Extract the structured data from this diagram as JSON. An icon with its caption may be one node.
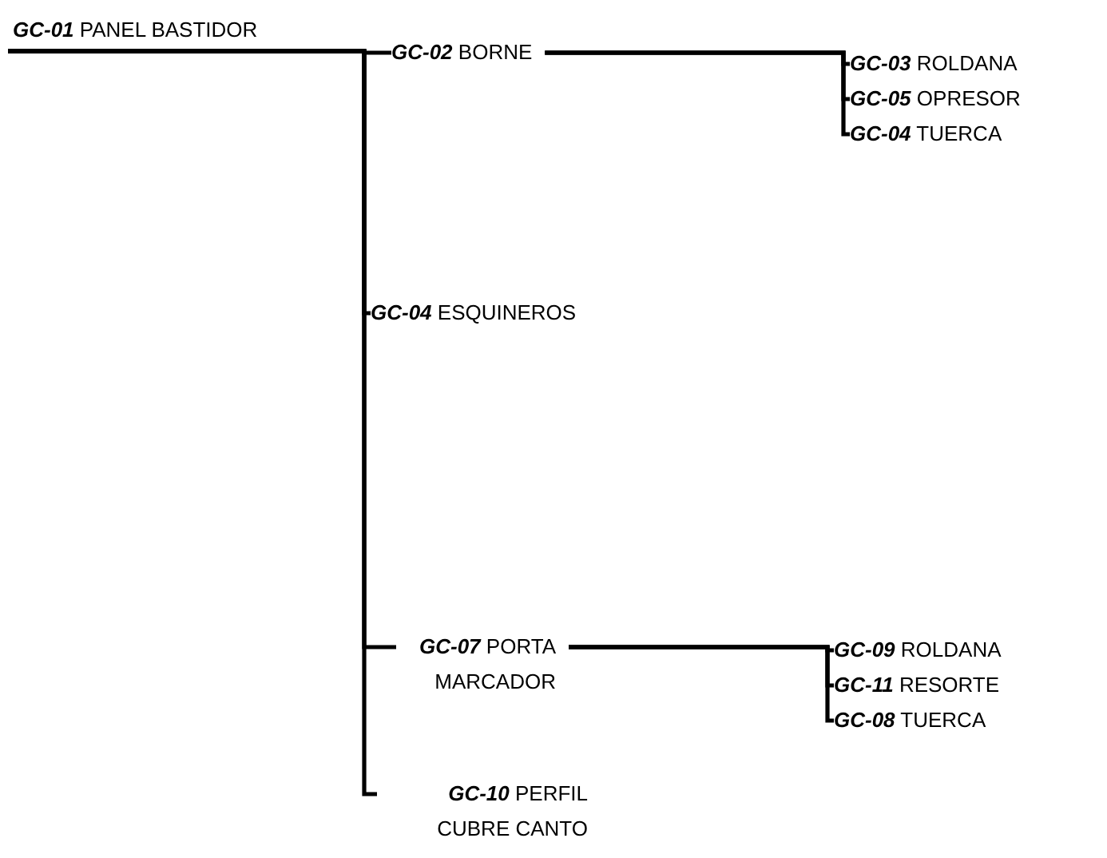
{
  "diagram": {
    "nodes": [
      {
        "text": [
          "**GC-01** PANEL BASTIDOR"
        ]
      },
      {
        "text": [
          "**GC-02** BORNE"
        ]
      },
      {
        "text": [
          "**GC-03** ROLDANA"
        ]
      },
      {
        "text": [
          "**GC-05** OPRESOR"
        ]
      },
      {
        "text": [
          "**GC-04** TUERCA"
        ]
      },
      {
        "text": [
          "**GC-04** ESQUINEROS"
        ]
      },
      {
        "text": [
          "**GC-07** PORTA MARCADOR"
        ]
      },
      {
        "text": [
          "**GC-09** ROLDANA"
        ]
      },
      {
        "text": [
          "**GC-11** RESORTE"
        ]
      },
      {
        "text": [
          "**GC-08** TUERCA"
        ]
      },
      {
        "text": [
          "**GC-10** PERFIL CUBRE CANTO"
        ]
      }
    ],
    "edges": [
      {
        "from": 0,
        "to": 1,
        "arrow": "none"
      },
      {
        "from": 0,
        "to": 5,
        "arrow": "none"
      },
      {
        "from": 0,
        "to": 6,
        "arrow": "none"
      },
      {
        "from": 0,
        "to": 10,
        "arrow": "none"
      },
      {
        "from": 1,
        "to": 2,
        "arrow": "none"
      },
      {
        "from": 1,
        "to": 3,
        "arrow": "none"
      },
      {
        "from": 1,
        "to": 4,
        "arrow": "none"
      },
      {
        "from": 6,
        "to": 7,
        "arrow": "none"
      },
      {
        "from": 6,
        "to": 8,
        "arrow": "none"
      },
      {
        "from": 6,
        "to": 9,
        "arrow": "none"
      }
    ]
  }
}
